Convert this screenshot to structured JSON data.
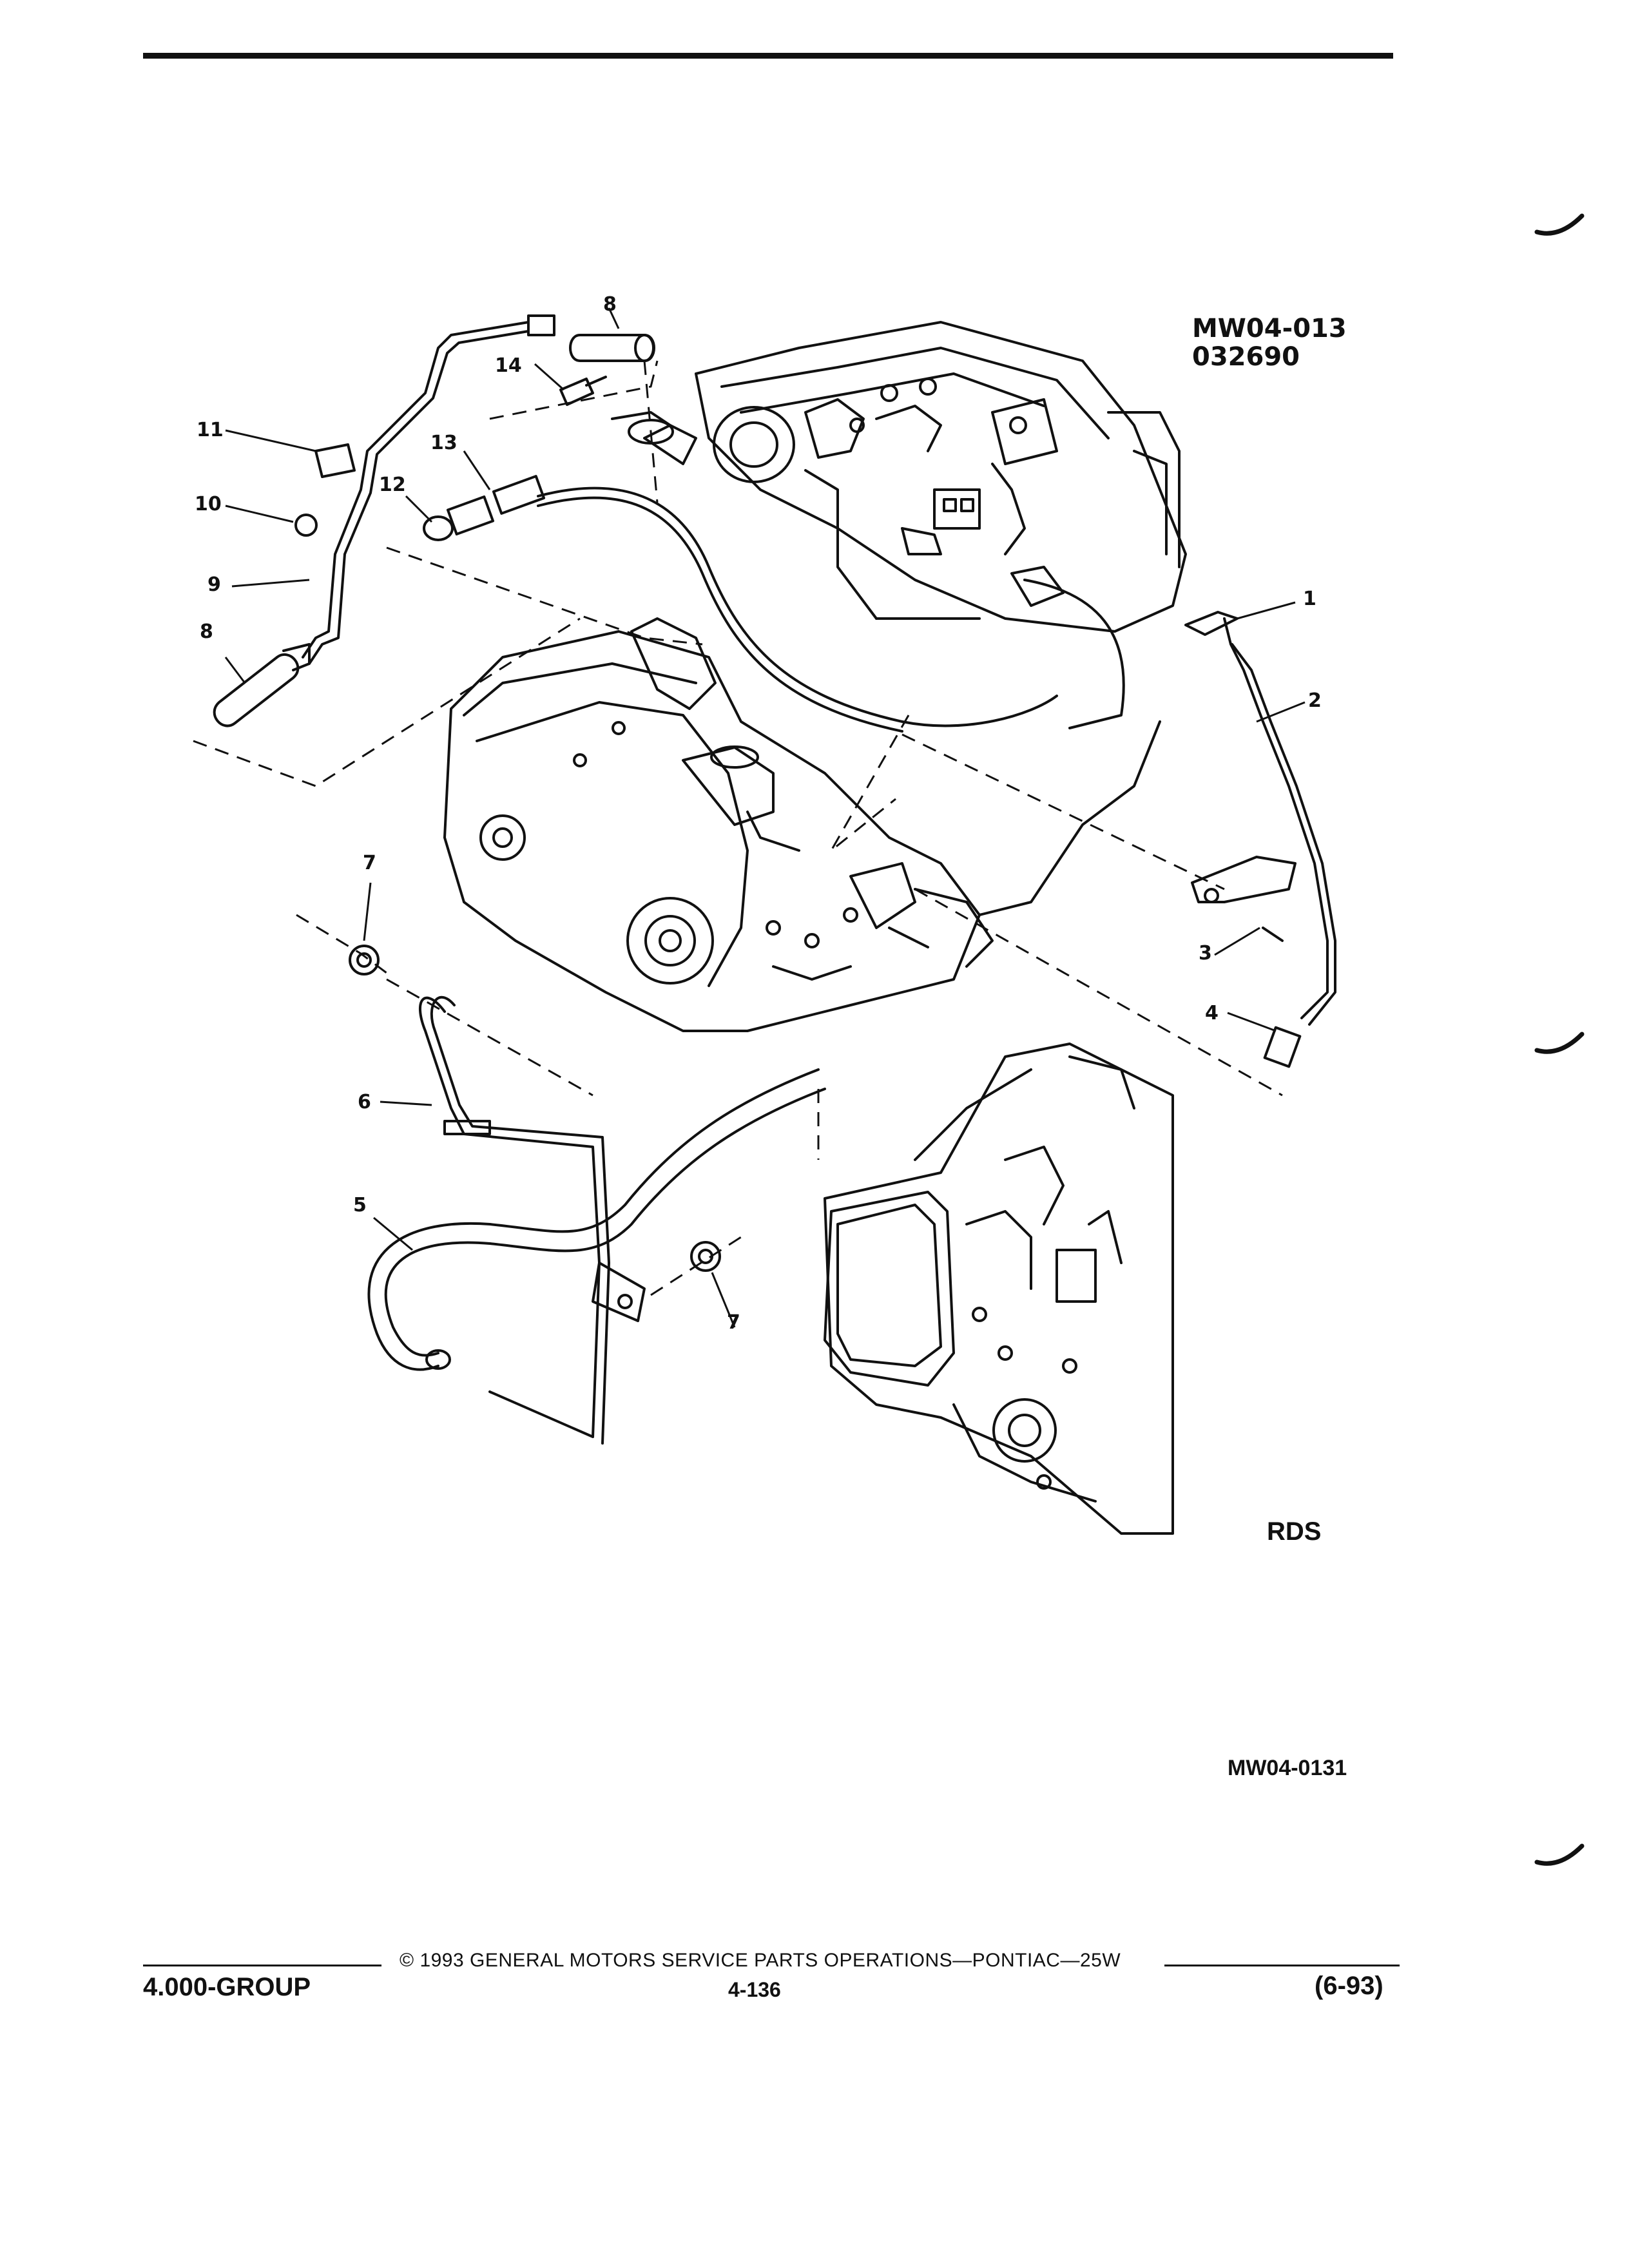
{
  "figure": {
    "id_lines": [
      "MW04-013",
      "032690"
    ],
    "view_label": "RDS",
    "figure_number": "MW04-0131"
  },
  "callouts": [
    "1",
    "2",
    "3",
    "4",
    "5",
    "6",
    "7",
    "7",
    "8",
    "8",
    "9",
    "10",
    "11",
    "12",
    "13",
    "14"
  ],
  "footer": {
    "copyright": "© 1993 GENERAL MOTORS SERVICE PARTS OPERATIONS—PONTIAC—25W",
    "group": "4.000-GROUP",
    "page": "4-136",
    "date": "(6-93)"
  }
}
